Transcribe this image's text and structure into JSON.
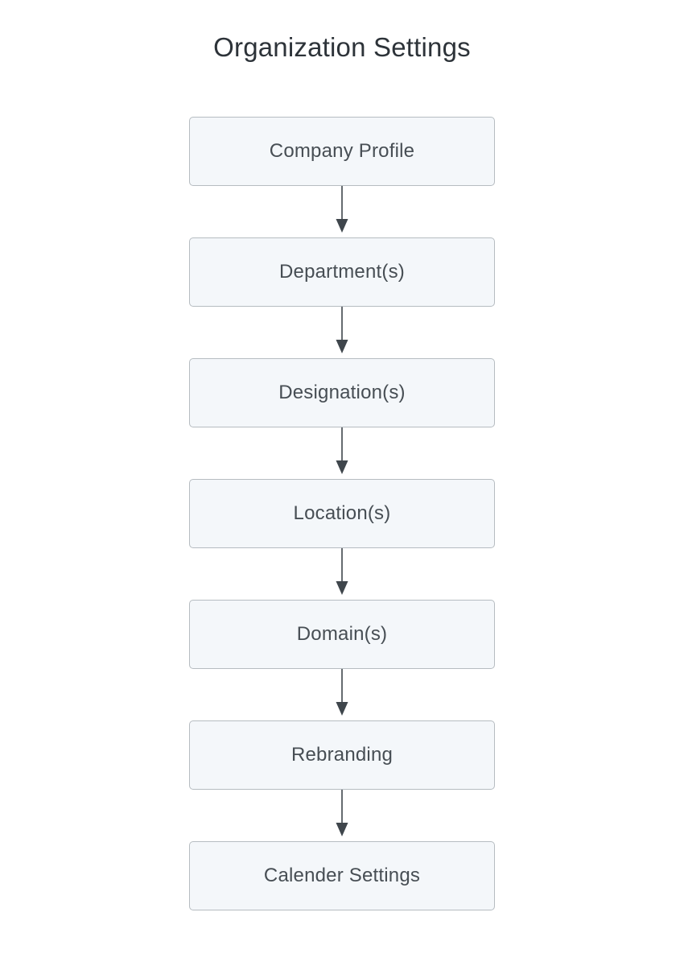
{
  "diagram": {
    "title": "Organization Settings",
    "type": "flowchart-vertical",
    "nodes": [
      {
        "label": "Company Profile"
      },
      {
        "label": "Department(s)"
      },
      {
        "label": "Designation(s)"
      },
      {
        "label": "Location(s)"
      },
      {
        "label": "Domain(s)"
      },
      {
        "label": "Rebranding"
      },
      {
        "label": "Calender Settings"
      }
    ],
    "connections": [
      {
        "from": "Company Profile",
        "to": "Department(s)",
        "style": "arrow-down"
      },
      {
        "from": "Department(s)",
        "to": "Designation(s)",
        "style": "arrow-down"
      },
      {
        "from": "Designation(s)",
        "to": "Location(s)",
        "style": "arrow-down"
      },
      {
        "from": "Location(s)",
        "to": "Domain(s)",
        "style": "arrow-down"
      },
      {
        "from": "Domain(s)",
        "to": "Rebranding",
        "style": "arrow-down"
      },
      {
        "from": "Rebranding",
        "to": "Calender Settings",
        "style": "arrow-down"
      }
    ],
    "colors": {
      "title_text": "#2d3339",
      "node_fill": "#f4f7fa",
      "node_border": "#b6bcc1",
      "node_text": "#474e54",
      "arrow": "#3f464c",
      "page_bg": "#ffffff"
    }
  }
}
